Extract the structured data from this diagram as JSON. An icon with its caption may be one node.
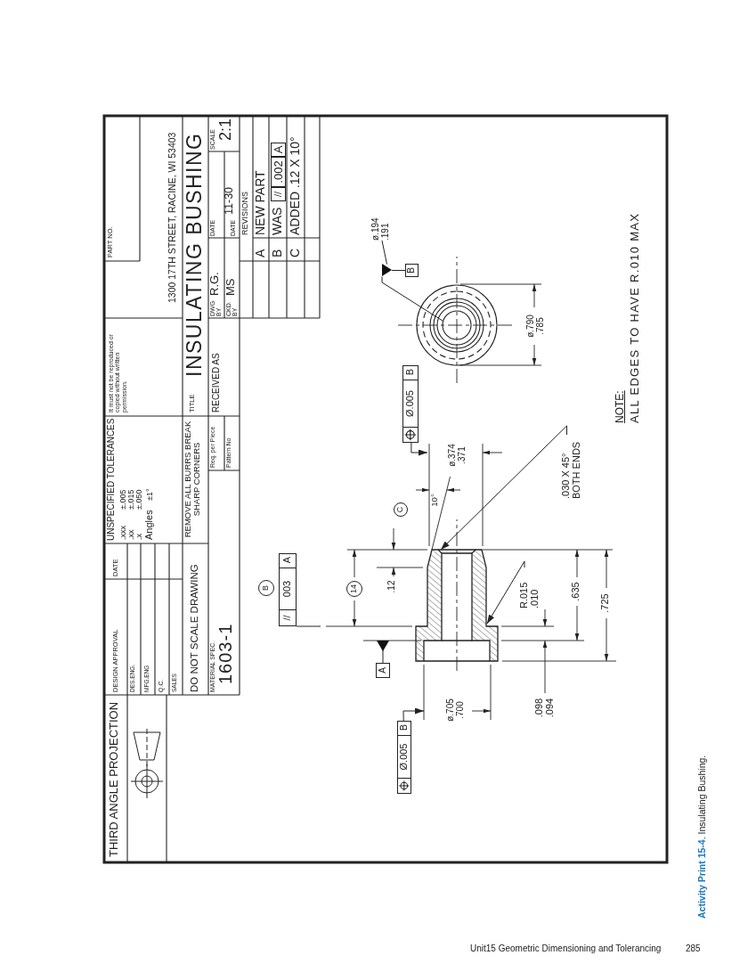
{
  "diagram": {
    "caption": "**Activity Print 15-4**. Insulating Bushing.",
    "nodes": [
      {
        "text": [
          "Ø.005",
          "B"
        ]
      },
      {
        "text": [
          "ø.194 .191"
        ]
      },
      {
        "text": [
          "B"
        ]
      },
      {
        "text": [
          "C"
        ]
      },
      {
        "text": [
          ".030 X 45° BOTH ENDS"
        ]
      },
      {
        "text": [
          "B"
        ]
      },
      {
        "text": [
          "//",
          "003",
          "A"
        ]
      },
      {
        "text": [
          "14"
        ]
      },
      {
        "text": [
          "R.015 .010"
        ]
      },
      {
        "text": [
          "A"
        ]
      },
      {
        "text": [
          "Ø.005",
          "B"
        ]
      },
      {
        "text": [],
        "shape": "triangle"
      }
    ],
    "edges": [
      {
        "from": 0,
        "to": null,
        "arrow": "to"
      },
      {
        "from": 1,
        "to": 11,
        "arrow": "none"
      },
      {
        "from": 2,
        "to": 11,
        "arrow": "none"
      },
      {
        "from": 4,
        "to": null,
        "arrow": "to"
      },
      {
        "from": 6,
        "to": null,
        "arrow": "none"
      },
      {
        "from": 8,
        "to": null,
        "arrow": "to"
      },
      {
        "from": 9,
        "to": null,
        "arrow": "other"
      },
      {
        "from": 10,
        "to": null,
        "arrow": "to"
      },
      {
        "from": 11,
        "to": null,
        "arrow": "none"
      }
    ],
    "labels": [
      "THIRD ANGLE PROJECTION",
      "DESIGN APPROVAL",
      "DATE",
      "UNSPECIFIED TOLERANCES",
      "It must not be reproduced or copied without written permission.",
      "PART NO.",
      "DES.ENG.",
      ".xxx",
      "±.005",
      "MFG.ENG",
      ".xx",
      "±.015",
      "Q.C.",
      ".x",
      "±.050",
      "Angles",
      "±1°",
      "SALES",
      "1300 17TH STREET, RACINE, WI 53403",
      "DO NOT SCALE DRAWING",
      "REMOVE ALL BURRS BREAK SHARP CORNERS",
      "TITLE",
      "INSULATING BUSHING",
      "MATERIAL SPEC.",
      "1603-1",
      "Req. per Piece",
      "Pattern No",
      "RECEIVED AS",
      "DWG BY",
      "R.G.",
      "DATE",
      "SCALE",
      "2:1",
      "CKD. BY",
      "MS",
      "DATE",
      "11-30",
      "REVISIONS",
      "A",
      "NEW PART",
      "B",
      "WAS",
      "//",
      ".002",
      "A",
      "C",
      "ADDED .12 X 10°",
      "10°",
      "ø.374 .371",
      "ø.790 .785",
      ".12",
      ".635",
      ".725",
      "ø.705 .700",
      ".098 .094",
      "NOTE:",
      "ALL EDGES TO HAVE R.010 MAX",
      "Unit15 Geometric Dimensioning and Tolerancing",
      "285"
    ]
  }
}
